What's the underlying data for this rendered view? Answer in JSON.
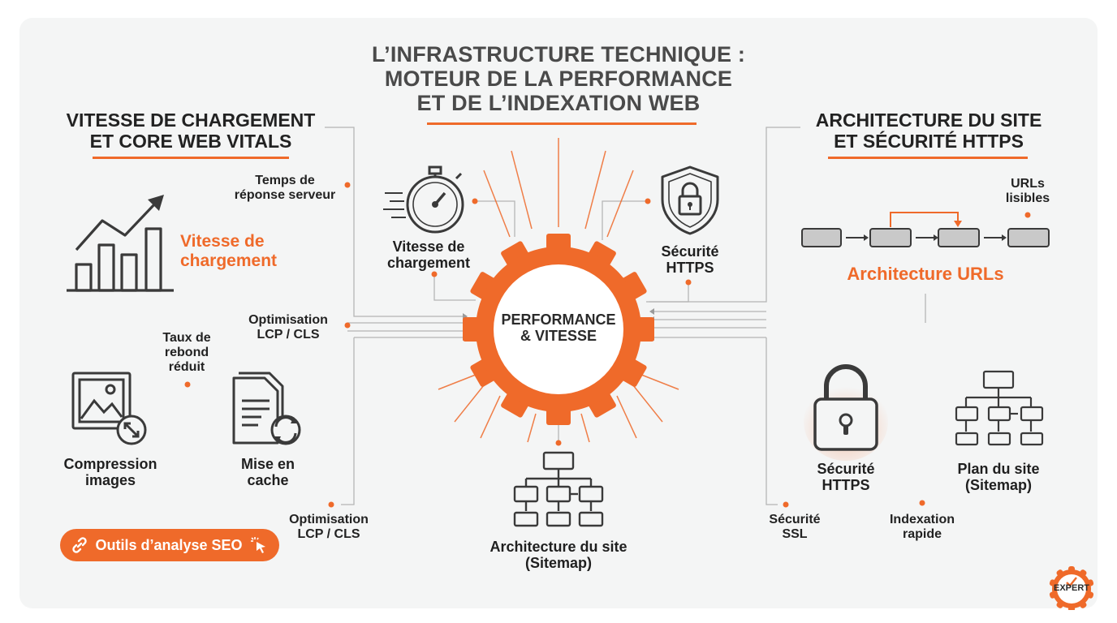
{
  "title": "L’INFRASTRUCTURE TECHNIQUE :\nMOTEUR DE LA PERFORMANCE\nET DE L’INDEXATION WEB",
  "left_section": {
    "title": "VITESSE DE CHARGEMENT\nET CORE WEB VITALS",
    "speed_label": "Vitesse de\nchargement",
    "server_response": "Temps de\nréponse serveur",
    "bounce_rate": "Taux de\nrebond\nréduit",
    "compression": "Compression\nimages",
    "cache": "Mise en\ncache",
    "lcp_cls_top": "Optimisation\nLCP / CLS",
    "lcp_cls_bottom": "Optimisation\nLCP / CLS",
    "seo_tools_button": "Outils d’analyse SEO"
  },
  "center": {
    "gear_label": "PERFORMANCE\n& VITESSE",
    "stopwatch_label": "Vitesse de\nchargement",
    "shield_label": "Sécurité\nHTTPS",
    "sitemap_label": "Architecture du site\n(Sitemap)"
  },
  "right_section": {
    "title": "ARCHITECTURE DU SITE\nET SÉCURITÉ HTTPS",
    "readable_urls": "URLs\nlisibles",
    "urls_architecture": "Architecture URLs",
    "https_label": "Sécurité\nHTTPS",
    "sitemap_label": "Plan du site\n(Sitemap)",
    "ssl": "Sécurité\nSSL",
    "fast_indexing": "Indexation\nrapide"
  },
  "badge": {
    "text": "EXPERT"
  },
  "colors": {
    "accent": "#ef6a2a",
    "text": "#222222",
    "icon": "#3a3a3a",
    "background": "#f4f5f5"
  }
}
